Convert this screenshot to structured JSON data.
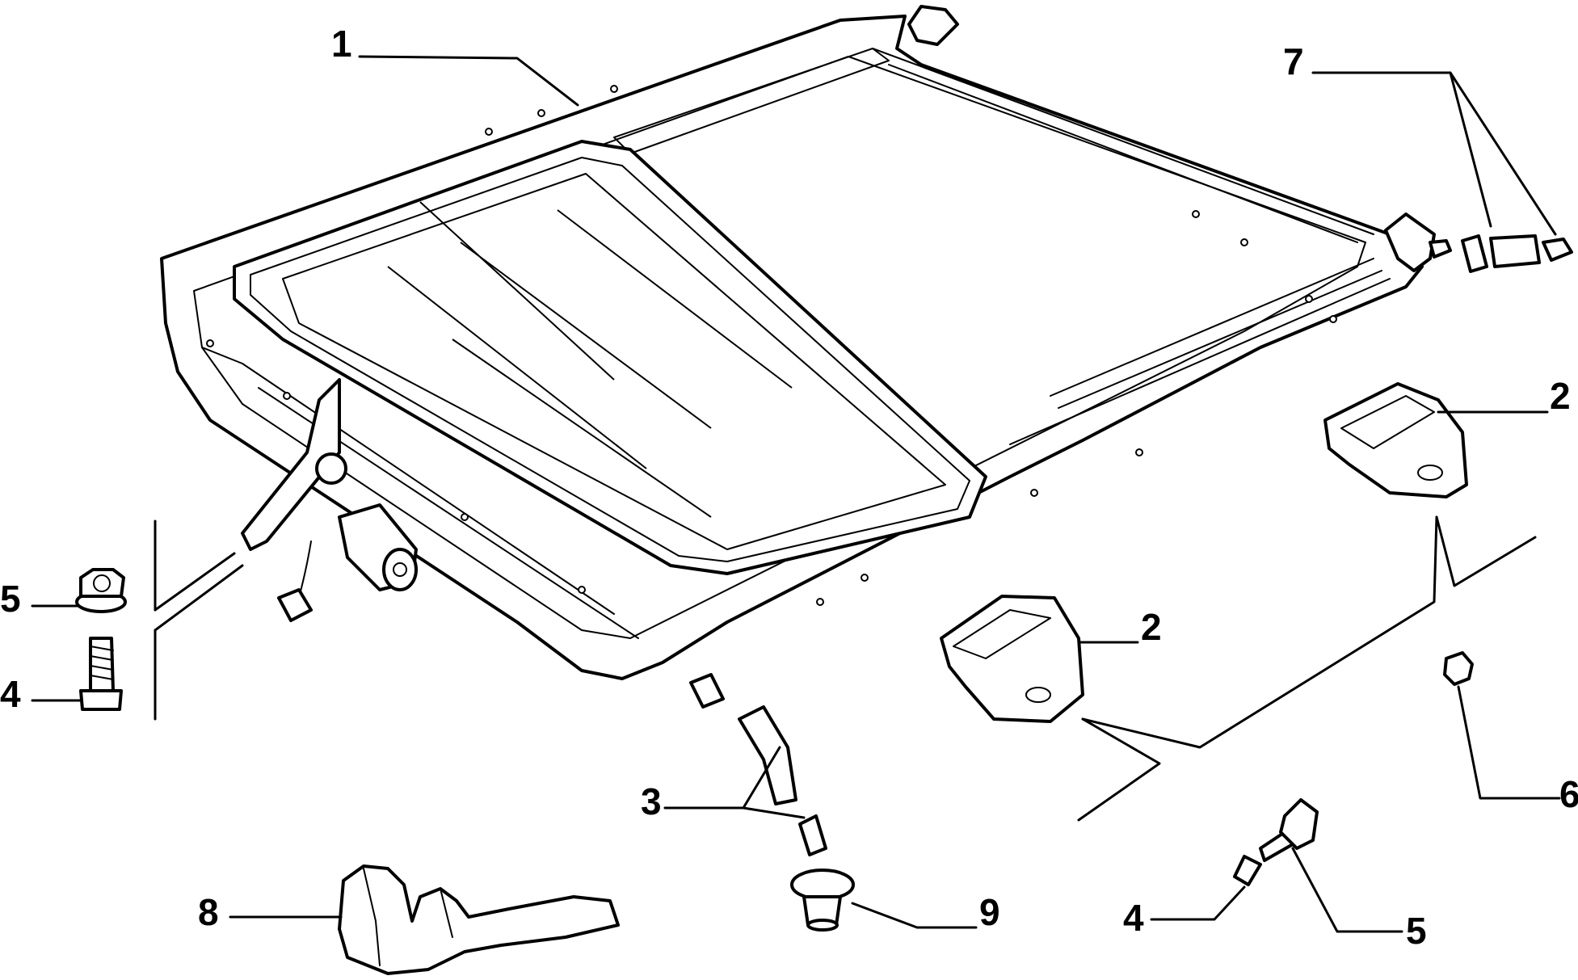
{
  "callouts": {
    "c1": "1",
    "c2a": "2",
    "c2b": "2",
    "c3": "3",
    "c4a": "4",
    "c4b": "4",
    "c5a": "5",
    "c5b": "5",
    "c6": "6",
    "c7": "7",
    "c8": "8",
    "c9": "9"
  }
}
